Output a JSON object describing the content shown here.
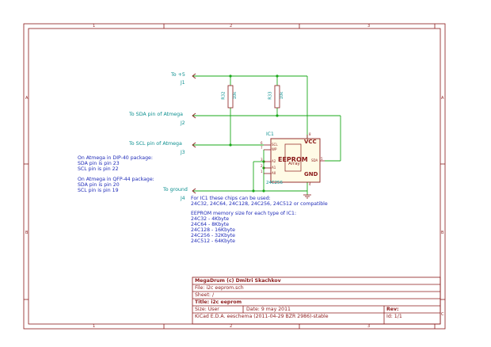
{
  "frame": {
    "cols": [
      "1",
      "2",
      "3"
    ],
    "rows": [
      "A",
      "B",
      "C"
    ]
  },
  "nets": {
    "vcc": "To +5",
    "sda": "To SDA pin of Atmega",
    "scl": "To SCL pin of Atmega",
    "gnd": "To ground"
  },
  "connectors": {
    "j1": "J1",
    "j2": "J2",
    "j3": "J3",
    "j4": "J4"
  },
  "resistors": {
    "r32": {
      "ref": "R32",
      "value": "10k"
    },
    "r33": {
      "ref": "R33",
      "value": "10k"
    }
  },
  "ic": {
    "ref": "IC1",
    "value": "24C256",
    "label": "EEPROM",
    "sublabel": "Array",
    "vcc": "VCC",
    "gnd": "GND",
    "pins": {
      "scl": "SCL",
      "wp": "WP",
      "a2": "A2",
      "a1": "A1",
      "a0": "A0",
      "sda": "SDA",
      "n6": "6",
      "n7": "7",
      "n3": "3",
      "n2": "2",
      "n1": "1",
      "n8": "8",
      "n5": "5",
      "n4": "4"
    }
  },
  "notes": {
    "dip_title": "On Atmega in DIP-40 package:",
    "dip_sda": "SDA pin is pin 23",
    "dip_scl": "SCL pin is pin 22",
    "qfp_title": "On Atmega in QFP-44 package:",
    "qfp_sda": "SDA pin is pin 20",
    "qfp_scl": "SCL pin is pin 19",
    "chips_title": "For IC1 these chips can be used:",
    "chips_list": "24C32, 24C64, 24C128, 24C256, 24C512 or compatible",
    "mem_title": "EEPROM memory size for each type of IC1:",
    "mem": [
      "24C32  - 4Kbyte",
      "24C64  - 8Kbyte",
      "24C128 - 16Kbyte",
      "24C256 - 32Kbyte",
      "24C512 - 64Kbyte"
    ]
  },
  "titleblock": {
    "company": "MegaDrum (c) Dmitri Skachkov",
    "file": "File: i2c eeprom.sch",
    "sheet": "Sheet: /",
    "title": "Title: i2c eeprom",
    "size": "Size: User",
    "date": "Date: 9 may 2011",
    "rev": "Rev:",
    "tool": "KiCad E.D.A.  eeschema (2011-04-29 BZR 2986)-stable",
    "id": "Id: 1/1"
  },
  "colors": {
    "frame": "#8b1a1a",
    "wire": "#1aa81a",
    "net_label": "#0b8f8f",
    "note_text": "#1f2bb8"
  }
}
